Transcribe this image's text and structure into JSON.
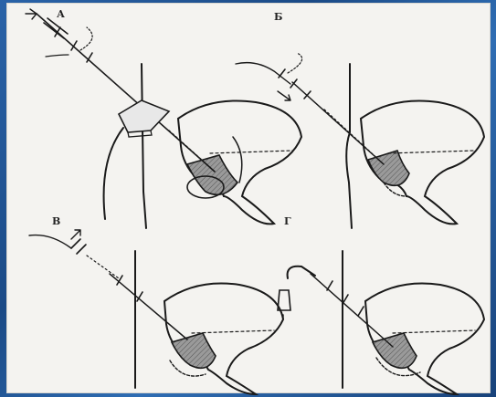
{
  "panels": [
    {
      "id": "a",
      "letter": "А"
    },
    {
      "id": "b",
      "letter": "Б"
    },
    {
      "id": "v",
      "letter": "В"
    },
    {
      "id": "g",
      "letter": "Г"
    }
  ],
  "colors": {
    "ink": "#1a1a1a",
    "paper": "#f4f3f0",
    "shade": "#8f8f8f",
    "frame": "#1f4f8f"
  }
}
